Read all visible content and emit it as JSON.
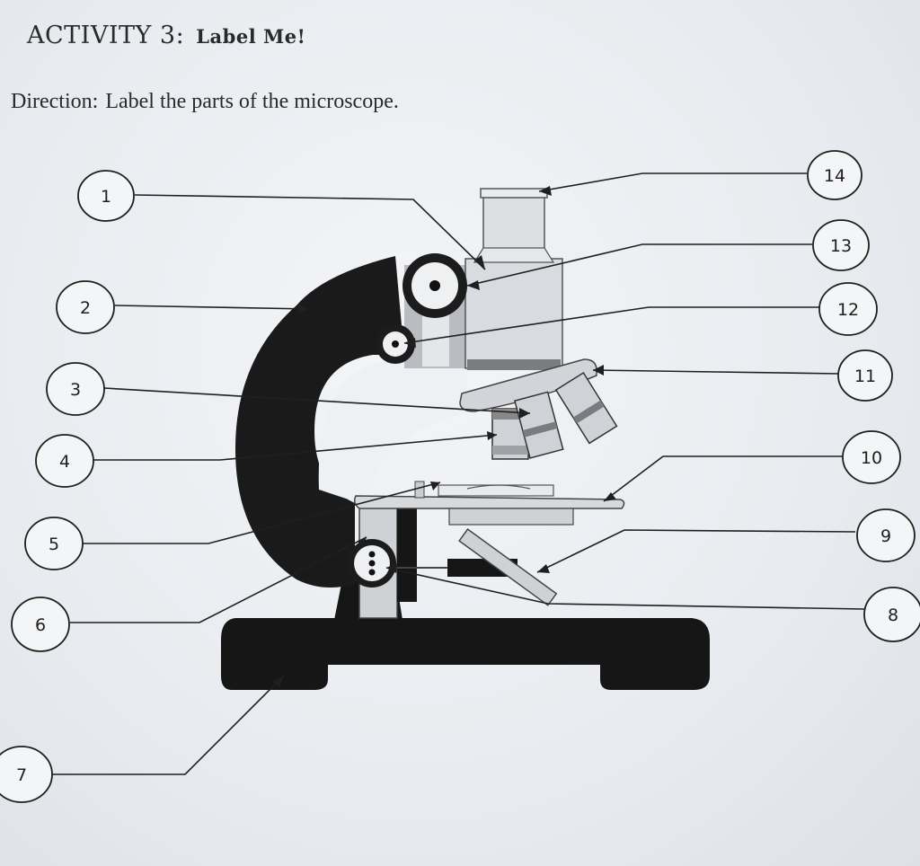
{
  "header": {
    "activity": "ACTIVITY 3:",
    "subtitle": "Label Me!"
  },
  "direction": {
    "label": "Direction:",
    "text": "Label the parts of the microscope."
  },
  "callouts": [
    "1",
    "2",
    "3",
    "4",
    "5",
    "6",
    "7",
    "8",
    "9",
    "10",
    "11",
    "12",
    "13",
    "14"
  ]
}
